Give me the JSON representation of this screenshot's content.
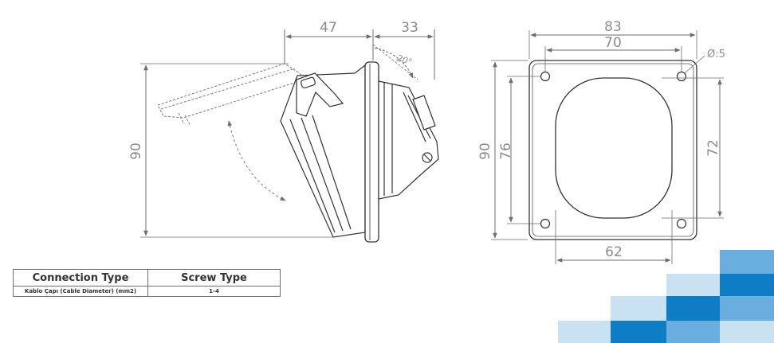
{
  "side_view": {
    "dim_depth_front": "47",
    "dim_depth_back": "33",
    "dim_height": "90",
    "dim_angle": "20°"
  },
  "front_view": {
    "dim_outer_width": "83",
    "dim_hole_spacing_x": "70",
    "dim_hole_diameter": "Ø:5",
    "dim_outer_height": "90",
    "dim_hole_spacing_y": "76",
    "dim_cutout_height": "72",
    "dim_cutout_width": "62"
  },
  "table": {
    "header": [
      "Connection Type",
      "Screw Type"
    ],
    "row": [
      "Kablo Çapı (Cable Diameter) (mm2)",
      "1-4"
    ]
  },
  "decor_colors": {
    "light": "#c9e2f2",
    "mid": "#6aaee0",
    "dark": "#0f7cc6"
  }
}
